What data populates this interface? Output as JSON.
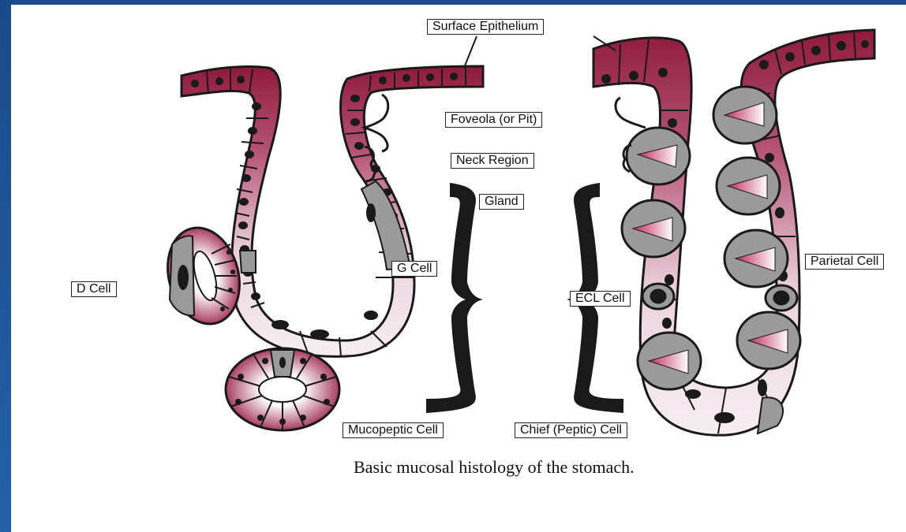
{
  "labels": {
    "surface_epithelium": "Surface Epithelium",
    "foveola": "Foveola (or Pit)",
    "neck_region": "Neck Region",
    "gland": "Gland",
    "g_cell": "G Cell",
    "d_cell": "D Cell",
    "ecl_cell": "ECL Cell",
    "parietal_cell": "Parietal Cell",
    "mucopeptic_cell": "Mucopeptic Cell",
    "chief_cell": "Chief (Peptic) Cell"
  },
  "caption": "Basic mucosal histology of the stomach.",
  "colors": {
    "frame": "#1e4f8e",
    "epithelium_dark": "#8e1a3c",
    "epithelium_light": "#f4e8ee",
    "gray_cell": "#9a9a9a",
    "outline": "#1a1a1a"
  }
}
